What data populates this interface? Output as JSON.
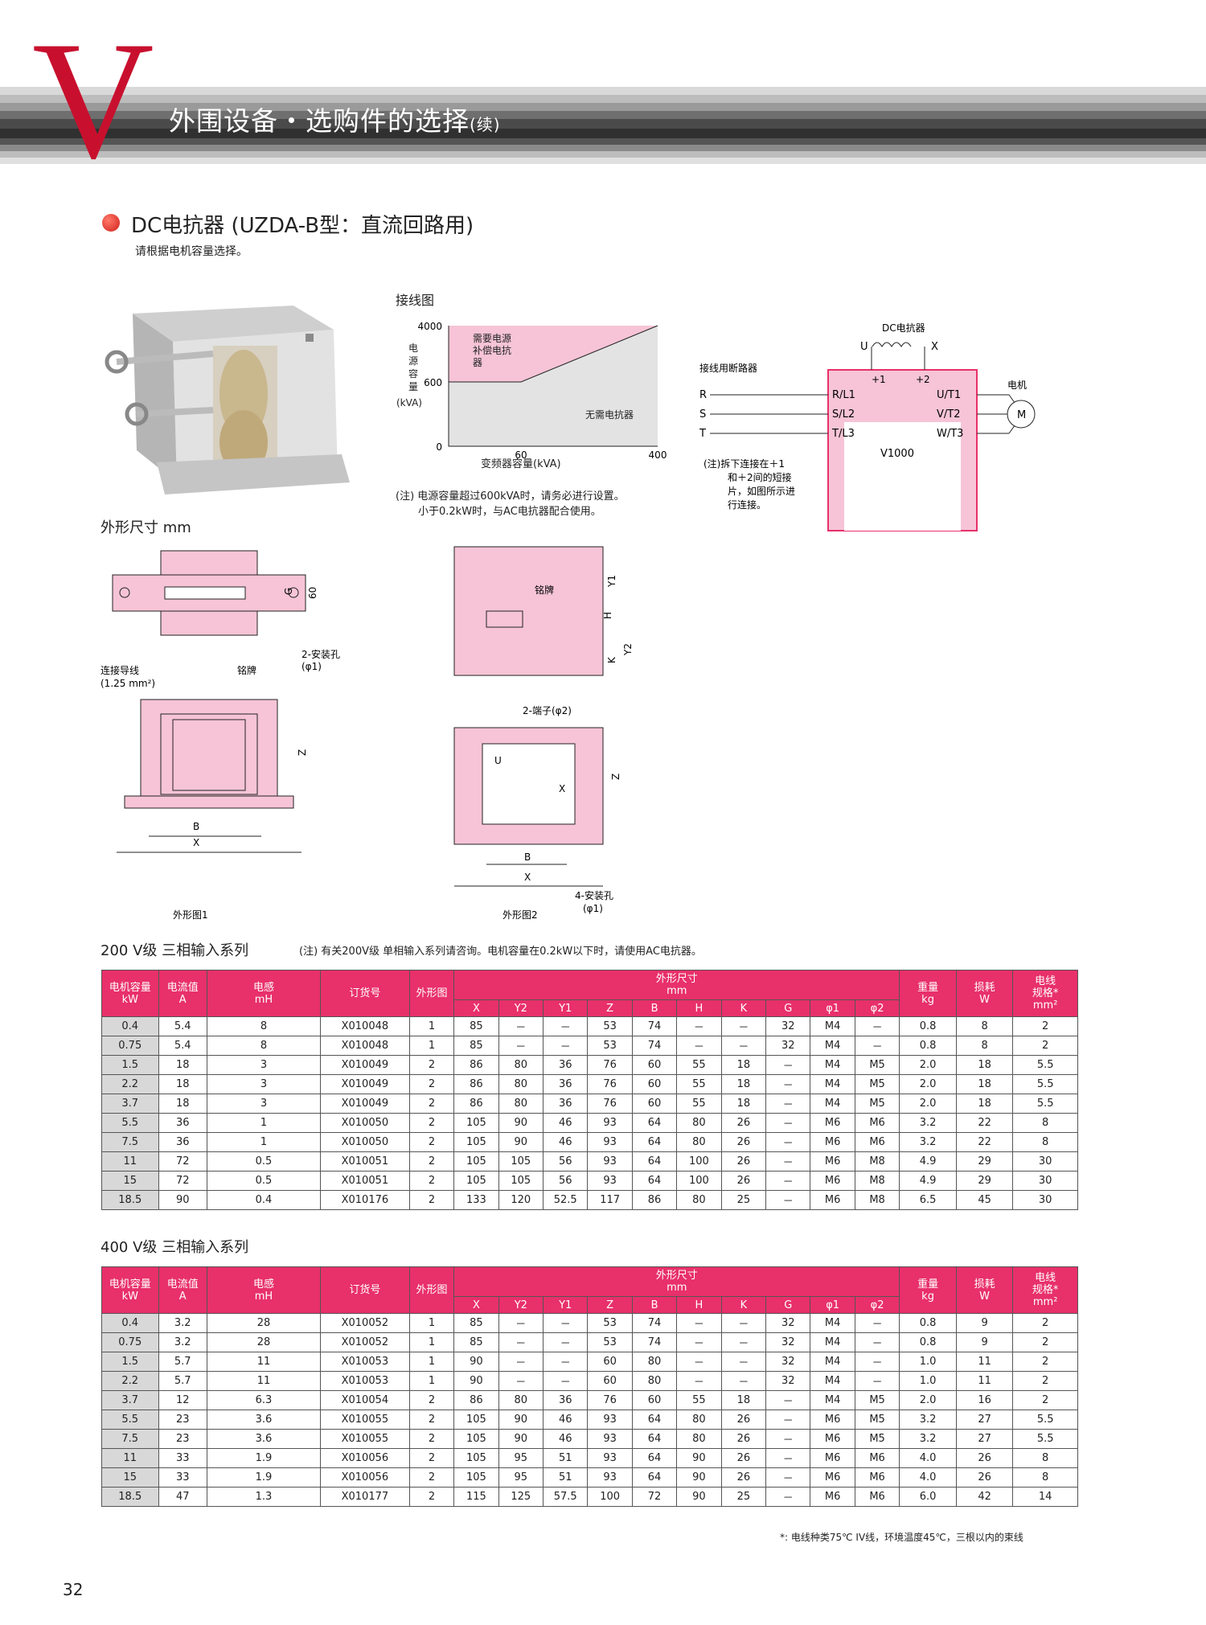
{
  "header": {
    "letter": "V",
    "title": "外围设备・选购件的选择",
    "title_suffix": "(续)"
  },
  "section": {
    "title": "DC电抗器 (UZDA-B型：直流回路用)",
    "subtitle": "请根据电机容量选择。"
  },
  "wiring_chart": {
    "heading": "接线图",
    "ylabel": [
      "电",
      "源",
      "容",
      "量",
      "(kVA)"
    ],
    "yticks": [
      "4000",
      "600",
      "0"
    ],
    "xticks": [
      "60",
      "400"
    ],
    "xlabel": "变频器容量(kVA)",
    "region_need": "需要电源补偿电抗器",
    "region_none": "无需电抗器",
    "note_lines": [
      "(注) 电源容量超过600kVA时，请务必进行设置。",
      "小于0.2kW时，与AC电抗器配合使用。"
    ]
  },
  "chart_data": {
    "type": "area",
    "title": "",
    "xlabel": "变频器容量(kVA)",
    "ylabel": "电源容量(kVA)",
    "x": [
      0,
      60,
      400
    ],
    "boundary_y": [
      600,
      600,
      4000
    ],
    "xlim": [
      0,
      400
    ],
    "ylim": [
      0,
      4000
    ],
    "regions": [
      "需要电源补偿电抗器",
      "无需电抗器"
    ]
  },
  "circuit": {
    "reactor_label": "DC电抗器",
    "u": "U",
    "x": "X",
    "plus1": "+1",
    "plus2": "+2",
    "breaker_label": "接线用断路器",
    "inputs": [
      "R",
      "S",
      "T"
    ],
    "in_terms": [
      "R/L1",
      "S/L2",
      "T/L3"
    ],
    "out_terms": [
      "U/T1",
      "V/T2",
      "W/T3"
    ],
    "inverter": "V1000",
    "motor_label": "电机",
    "motor": "M",
    "note_lines": [
      "(注)拆下连接在＋1",
      "和＋2间的短接",
      "片，如图所示进",
      "行连接。"
    ]
  },
  "dims": {
    "heading": "外形尺寸 mm",
    "fig1": {
      "caption": "外形图1",
      "lead": "连接导线",
      "lead2": "(1.25 mm²)",
      "plate": "铭牌",
      "holes": "2-安装孔",
      "holes2": "(φ1)",
      "g": "G",
      "h60": "60",
      "z": "Z",
      "b": "B",
      "x": "X"
    },
    "fig2": {
      "caption": "外形图2",
      "plate": "铭牌",
      "term": "2-端子(φ2)",
      "holes": "4-安装孔",
      "holes2": "(φ1)",
      "y1": "Y1",
      "y2": "Y2",
      "h": "H",
      "k": "K",
      "u": "U",
      "xx": "X",
      "z": "Z",
      "b": "B",
      "x": "X"
    }
  },
  "table200": {
    "title": "200 V级  三相输入系列",
    "note": "(注) 有关200V级 单相输入系列请咨询。电机容量在0.2kW以下时，请使用AC电抗器。"
  },
  "table400": {
    "title": "400 V级  三相输入系列"
  },
  "table_headers": {
    "kw": [
      "电机容量",
      "kW"
    ],
    "a": [
      "电流值",
      "A"
    ],
    "mh": [
      "电感",
      "mH"
    ],
    "order": "订货号",
    "fig": "外形图",
    "dims": [
      "外形尺寸",
      "mm"
    ],
    "dim_cols": [
      "X",
      "Y2",
      "Y1",
      "Z",
      "B",
      "H",
      "K",
      "G",
      "φ1",
      "φ2"
    ],
    "kg": [
      "重量",
      "kg"
    ],
    "w": [
      "损耗",
      "W"
    ],
    "wire": [
      "电线",
      "规格*",
      "mm²"
    ]
  },
  "rows200": [
    [
      "0.4",
      "5.4",
      "8",
      "X010048",
      "1",
      "85",
      "－",
      "－",
      "53",
      "74",
      "－",
      "－",
      "32",
      "M4",
      "－",
      "0.8",
      "8",
      "2"
    ],
    [
      "0.75",
      "5.4",
      "8",
      "X010048",
      "1",
      "85",
      "－",
      "－",
      "53",
      "74",
      "－",
      "－",
      "32",
      "M4",
      "－",
      "0.8",
      "8",
      "2"
    ],
    [
      "1.5",
      "18",
      "3",
      "X010049",
      "2",
      "86",
      "80",
      "36",
      "76",
      "60",
      "55",
      "18",
      "－",
      "M4",
      "M5",
      "2.0",
      "18",
      "5.5"
    ],
    [
      "2.2",
      "18",
      "3",
      "X010049",
      "2",
      "86",
      "80",
      "36",
      "76",
      "60",
      "55",
      "18",
      "－",
      "M4",
      "M5",
      "2.0",
      "18",
      "5.5"
    ],
    [
      "3.7",
      "18",
      "3",
      "X010049",
      "2",
      "86",
      "80",
      "36",
      "76",
      "60",
      "55",
      "18",
      "－",
      "M4",
      "M5",
      "2.0",
      "18",
      "5.5"
    ],
    [
      "5.5",
      "36",
      "1",
      "X010050",
      "2",
      "105",
      "90",
      "46",
      "93",
      "64",
      "80",
      "26",
      "－",
      "M6",
      "M6",
      "3.2",
      "22",
      "8"
    ],
    [
      "7.5",
      "36",
      "1",
      "X010050",
      "2",
      "105",
      "90",
      "46",
      "93",
      "64",
      "80",
      "26",
      "－",
      "M6",
      "M6",
      "3.2",
      "22",
      "8"
    ],
    [
      "11",
      "72",
      "0.5",
      "X010051",
      "2",
      "105",
      "105",
      "56",
      "93",
      "64",
      "100",
      "26",
      "－",
      "M6",
      "M8",
      "4.9",
      "29",
      "30"
    ],
    [
      "15",
      "72",
      "0.5",
      "X010051",
      "2",
      "105",
      "105",
      "56",
      "93",
      "64",
      "100",
      "26",
      "－",
      "M6",
      "M8",
      "4.9",
      "29",
      "30"
    ],
    [
      "18.5",
      "90",
      "0.4",
      "X010176",
      "2",
      "133",
      "120",
      "52.5",
      "117",
      "86",
      "80",
      "25",
      "－",
      "M6",
      "M8",
      "6.5",
      "45",
      "30"
    ]
  ],
  "rows400": [
    [
      "0.4",
      "3.2",
      "28",
      "X010052",
      "1",
      "85",
      "－",
      "－",
      "53",
      "74",
      "－",
      "－",
      "32",
      "M4",
      "－",
      "0.8",
      "9",
      "2"
    ],
    [
      "0.75",
      "3.2",
      "28",
      "X010052",
      "1",
      "85",
      "－",
      "－",
      "53",
      "74",
      "－",
      "－",
      "32",
      "M4",
      "－",
      "0.8",
      "9",
      "2"
    ],
    [
      "1.5",
      "5.7",
      "11",
      "X010053",
      "1",
      "90",
      "－",
      "－",
      "60",
      "80",
      "－",
      "－",
      "32",
      "M4",
      "－",
      "1.0",
      "11",
      "2"
    ],
    [
      "2.2",
      "5.7",
      "11",
      "X010053",
      "1",
      "90",
      "－",
      "－",
      "60",
      "80",
      "－",
      "－",
      "32",
      "M4",
      "－",
      "1.0",
      "11",
      "2"
    ],
    [
      "3.7",
      "12",
      "6.3",
      "X010054",
      "2",
      "86",
      "80",
      "36",
      "76",
      "60",
      "55",
      "18",
      "－",
      "M4",
      "M5",
      "2.0",
      "16",
      "2"
    ],
    [
      "5.5",
      "23",
      "3.6",
      "X010055",
      "2",
      "105",
      "90",
      "46",
      "93",
      "64",
      "80",
      "26",
      "－",
      "M6",
      "M5",
      "3.2",
      "27",
      "5.5"
    ],
    [
      "7.5",
      "23",
      "3.6",
      "X010055",
      "2",
      "105",
      "90",
      "46",
      "93",
      "64",
      "80",
      "26",
      "－",
      "M6",
      "M5",
      "3.2",
      "27",
      "5.5"
    ],
    [
      "11",
      "33",
      "1.9",
      "X010056",
      "2",
      "105",
      "95",
      "51",
      "93",
      "64",
      "90",
      "26",
      "－",
      "M6",
      "M6",
      "4.0",
      "26",
      "8"
    ],
    [
      "15",
      "33",
      "1.9",
      "X010056",
      "2",
      "105",
      "95",
      "51",
      "93",
      "64",
      "90",
      "26",
      "－",
      "M6",
      "M6",
      "4.0",
      "26",
      "8"
    ],
    [
      "18.5",
      "47",
      "1.3",
      "X010177",
      "2",
      "115",
      "125",
      "57.5",
      "100",
      "72",
      "90",
      "25",
      "－",
      "M6",
      "M6",
      "6.0",
      "42",
      "14"
    ]
  ],
  "footnote": "*: 电线种类75℃ IV线，环境温度45℃，三根以内的束线",
  "page_number": "32",
  "colors": {
    "accent": "#e8306a",
    "pink_fill": "#f6c4d6",
    "red_v": "#c8102e"
  }
}
